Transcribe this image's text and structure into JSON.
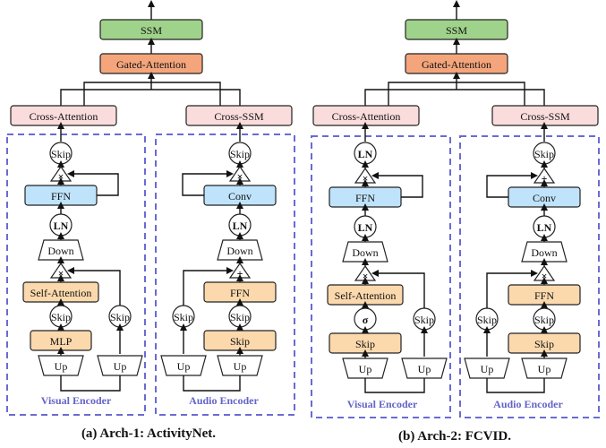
{
  "colors": {
    "ssm": "#9fd28a",
    "gated": "#f4a57c",
    "cross": "#fbdcdc",
    "ffn": "#bfe3fb",
    "orange_block": "#fbd9ad",
    "dashed": "#6a6ad4",
    "encoder_label": "#6464c8"
  },
  "arch1": {
    "caption": "(a) Arch-1: ActivityNet.",
    "ssm": "SSM",
    "gated": "Gated-Attention",
    "cross_attention": "Cross-Attention",
    "cross_ssm": "Cross-SSM",
    "visual": {
      "skip_top": "Skip",
      "mul1": "×",
      "ffn": "FFN",
      "ln": "LN",
      "down": "Down",
      "mul2": "×",
      "self_attention": "Self-Attention",
      "skip_mid": "Skip",
      "mlp": "MLP",
      "skip_side": "Skip",
      "up_left": "Up",
      "up_right": "Up",
      "label": "Visual Encoder"
    },
    "audio": {
      "skip_top": "Skip",
      "mul1": "×",
      "conv": "Conv",
      "ln": "LN",
      "down": "Down",
      "add": "+",
      "ffn": "FFN",
      "skip_mid": "Skip",
      "skip_block": "Skip",
      "skip_side": "Skip",
      "up_left": "Up",
      "up_right": "Up",
      "label": "Audio Encoder"
    }
  },
  "arch2": {
    "caption": "(b) Arch-2: FCVID.",
    "ssm": "SSM",
    "gated": "Gated-Attention",
    "cross_attention": "Cross-Attention",
    "cross_ssm": "Cross-SSM",
    "visual": {
      "ln_top": "LN",
      "mul1": "×",
      "ffn": "FFN",
      "ln": "LN",
      "down": "Down",
      "mul2": "×",
      "self_attention": "Self-Attention",
      "sigma": "σ",
      "skip_side": "Skip",
      "skip_block": "Skip",
      "up_left": "Up",
      "up_right": "Up",
      "label": "Visual Encoder"
    },
    "audio": {
      "skip_top": "Skip",
      "add1": "+",
      "conv": "Conv",
      "ln": "LN",
      "down": "Down",
      "mul": "×",
      "ffn": "FFN",
      "skip_mid": "Skip",
      "skip_block": "Skip",
      "skip_side": "Skip",
      "up_left": "Up",
      "up_right": "Up",
      "label": "Audio Encoder"
    }
  }
}
